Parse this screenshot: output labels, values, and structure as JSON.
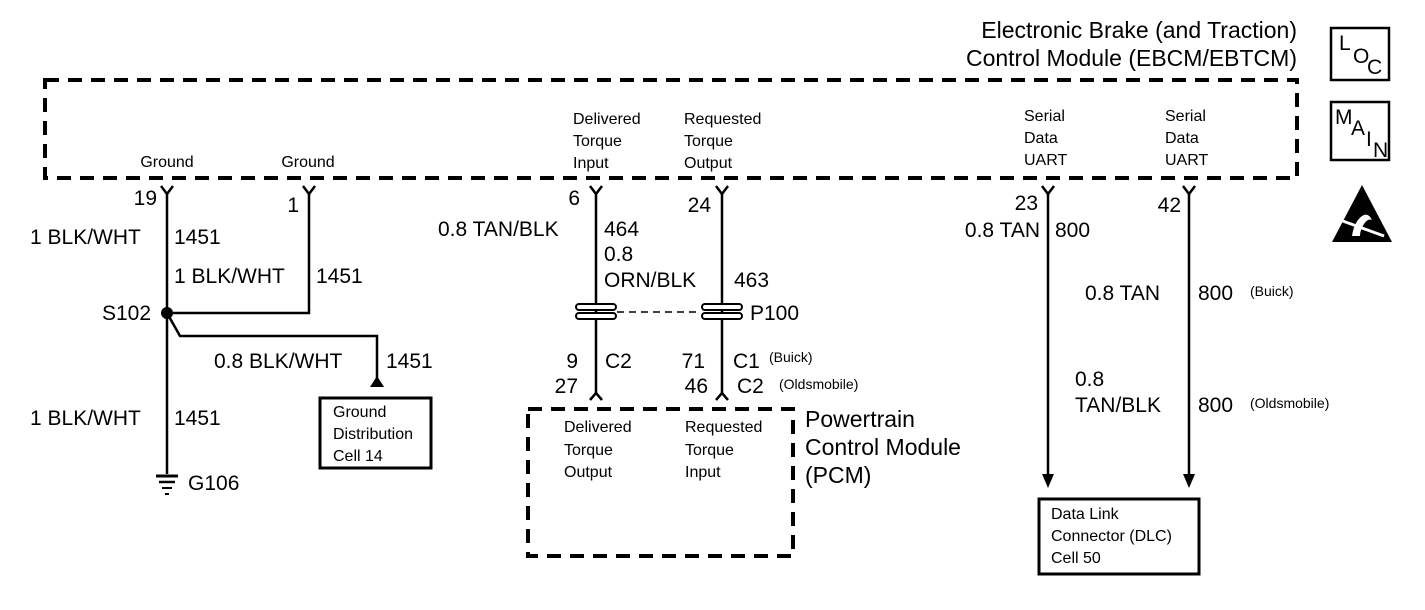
{
  "ebcm": {
    "title_line1": "Electronic Brake (and Traction)",
    "title_line2": "Control Module (EBCM/EBTCM)"
  },
  "icons": {
    "loc": {
      "l": "L",
      "o": "O",
      "c": "C"
    },
    "main": {
      "m": "M",
      "a": "A",
      "i": "I",
      "n": "N"
    },
    "esd": "esd-warning-icon"
  },
  "terminals": {
    "ground_19": {
      "label": "Ground",
      "pin": "19"
    },
    "ground_1": {
      "label": "Ground",
      "pin": "1"
    },
    "delivered_6": {
      "l1": "Delivered",
      "l2": "Torque",
      "l3": "Input",
      "pin": "6"
    },
    "requested_24": {
      "l1": "Requested",
      "l2": "Torque",
      "l3": "Output",
      "pin": "24"
    },
    "serial_23": {
      "l1": "Serial",
      "l2": "Data",
      "l3": "UART",
      "pin": "23"
    },
    "serial_42": {
      "l1": "Serial",
      "l2": "Data",
      "l3": "UART",
      "pin": "42"
    }
  },
  "wires": {
    "w19_color": "1 BLK/WHT",
    "w19_circuit": "1451",
    "w1_color": "1 BLK/WHT",
    "w1_circuit": "1451",
    "wgd_color": "0.8 BLK/WHT",
    "wgd_circuit": "1451",
    "wg106_color": "1 BLK/WHT",
    "wg106_circuit": "1451",
    "w464_color": "0.8 TAN/BLK",
    "w464_circuit": "464",
    "w463_color1": "0.8",
    "w463_color2": "ORN/BLK",
    "w463_circuit": "463",
    "w800a_color": "0.8 TAN",
    "w800a_circuit": "800",
    "w800b_color": "0.8 TAN",
    "w800b_circuit": "800",
    "w800b_note": "(Buick)",
    "w800c_color1": "0.8",
    "w800c_color2": "TAN/BLK",
    "w800c_circuit": "800",
    "w800c_note": "(Oldsmobile)"
  },
  "splice": {
    "label": "S102"
  },
  "ground": {
    "label": "G106"
  },
  "connector": {
    "label": "P100",
    "pin_9": "9",
    "pin_27": "27",
    "c2_left": "C2",
    "pin_71": "71",
    "pin_46": "46",
    "c1_right": "C1",
    "c1_note": "(Buick)",
    "c2_right": "C2",
    "c2_note": "(Oldsmobile)"
  },
  "ground_dist": {
    "l1": "Ground",
    "l2": "Distribution",
    "l3": "Cell 14"
  },
  "pcm": {
    "title_l1": "Powertrain",
    "title_l2": "Control Module",
    "title_l3": "(PCM)",
    "delivered": {
      "l1": "Delivered",
      "l2": "Torque",
      "l3": "Output"
    },
    "requested": {
      "l1": "Requested",
      "l2": "Torque",
      "l3": "Input"
    }
  },
  "dlc": {
    "l1": "Data Link",
    "l2": "Connector (DLC)",
    "l3": "Cell 50"
  }
}
